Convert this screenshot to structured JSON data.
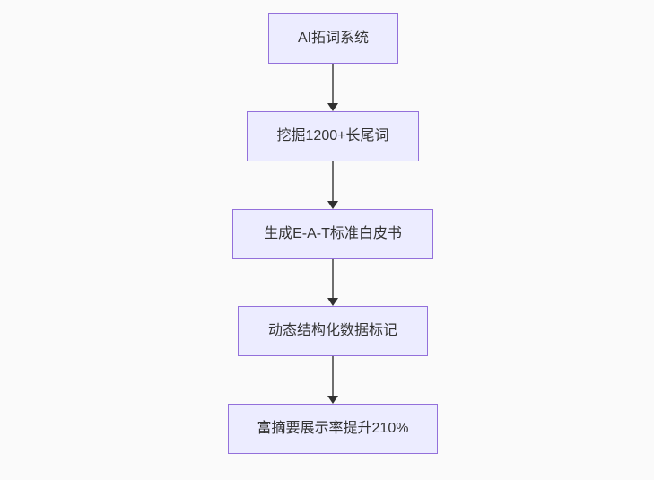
{
  "diagram": {
    "type": "flowchart",
    "direction": "top-down",
    "nodes": [
      {
        "id": "node-1",
        "label": "AI拓词系统"
      },
      {
        "id": "node-2",
        "label": "挖掘1200+长尾词"
      },
      {
        "id": "node-3",
        "label": "生成E-A-T标准白皮书"
      },
      {
        "id": "node-4",
        "label": "动态结构化数据标记"
      },
      {
        "id": "node-5",
        "label": "富摘要展示率提升210%"
      }
    ],
    "edges": [
      {
        "from": "node-1",
        "to": "node-2"
      },
      {
        "from": "node-2",
        "to": "node-3"
      },
      {
        "from": "node-3",
        "to": "node-4"
      },
      {
        "from": "node-4",
        "to": "node-5"
      }
    ],
    "colors": {
      "background": "#fafafa",
      "node_fill": "#ECECFF",
      "node_border": "#9370DB",
      "edge": "#6e6e6e",
      "arrowhead": "#2f2f2f",
      "text": "#333333"
    }
  }
}
